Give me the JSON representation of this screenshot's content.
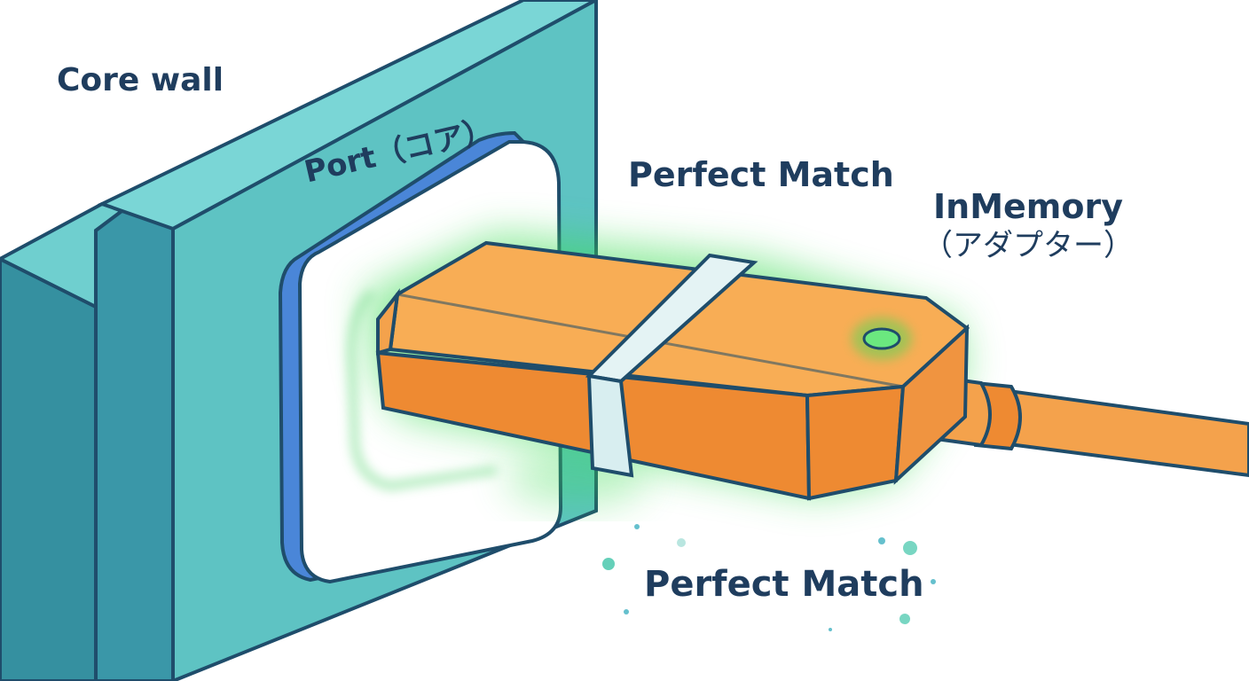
{
  "labels": {
    "core_wall": "Core wall",
    "port": "Port（コア）",
    "perfect_match_top": "Perfect Match",
    "inmemory": "InMemory",
    "inmemory_sub": "（アダプター）",
    "perfect_match_bottom": "Perfect Match"
  },
  "colors": {
    "wall_face": "#5ec3c3",
    "wall_side": "#3590a0",
    "outline": "#1f4d6b",
    "port_rim": "#4a86d8",
    "adapter_light": "#f8ad55",
    "adapter_dark": "#ee8a32",
    "band": "#d8eef0",
    "glow": "#3ddc55",
    "text": "#1f3d5e"
  }
}
